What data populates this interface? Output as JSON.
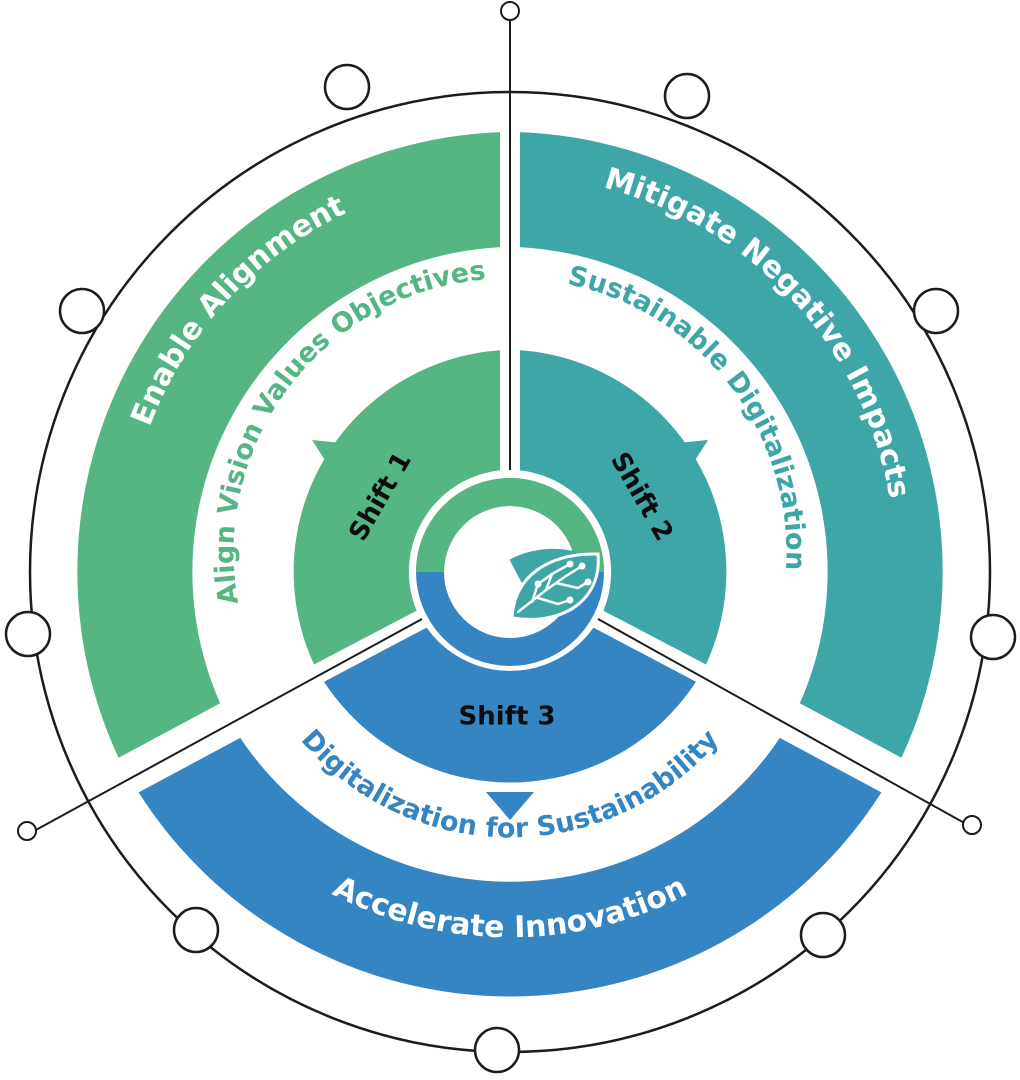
{
  "colors": {
    "green": "#55b684",
    "teal": "#3ea6a6",
    "blue": "#3585c3",
    "outline": "#1c1c1c",
    "white": "#ffffff",
    "text_dark": "#0c0c0c"
  },
  "sectors": [
    {
      "id": "shift-1",
      "color": "#55b684",
      "shift_label": "Shift 1",
      "middle_label": "Align Vision Values Objectives",
      "outer_label": "Enable Alignment"
    },
    {
      "id": "shift-2",
      "color": "#3ea6a6",
      "shift_label": "Shift 2",
      "middle_label": "Sustainable Digitalization",
      "outer_label": "Mitigate Negative Impacts"
    },
    {
      "id": "shift-3",
      "color": "#3585c3",
      "shift_label": "Shift 3",
      "middle_label": "Digitalization for Sustainability",
      "outer_label": "Accelerate Innovation"
    }
  ],
  "center_logo": {
    "icon": "leaf-circuit-icon"
  }
}
